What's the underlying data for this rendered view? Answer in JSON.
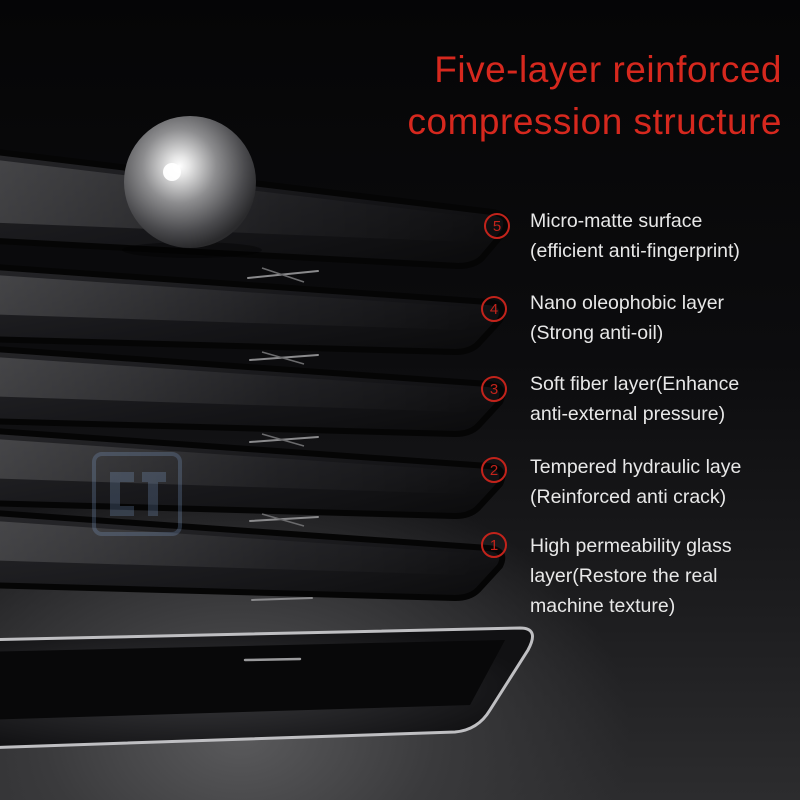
{
  "headline": {
    "line1": "Five-layer reinforced",
    "line2": "compression structure"
  },
  "layers": [
    {
      "badge": "5",
      "line1": "Micro-matte surface",
      "line2": "(efficient anti-fingerprint)",
      "line3": ""
    },
    {
      "badge": "4",
      "line1": "Nano oleophobic layer",
      "line2": "(Strong anti-oil)",
      "line3": ""
    },
    {
      "badge": "3",
      "line1": "Soft fiber layer(Enhance",
      "line2": "anti-external pressure)",
      "line3": ""
    },
    {
      "badge": "2",
      "line1": "Tempered hydraulic laye",
      "line2": "(Reinforced anti crack)",
      "line3": ""
    },
    {
      "badge": "1",
      "line1": "High permeability glass",
      "line2": "layer(Restore the real",
      "line3": "machine texture)"
    }
  ],
  "colors": {
    "headline": "#d6281e",
    "badge": "#c2231b",
    "text": "#e8e8e8",
    "background": "#0b0b0c"
  },
  "icons": {
    "ball": "steel-ball-icon",
    "watermark": "shop-watermark-icon"
  }
}
